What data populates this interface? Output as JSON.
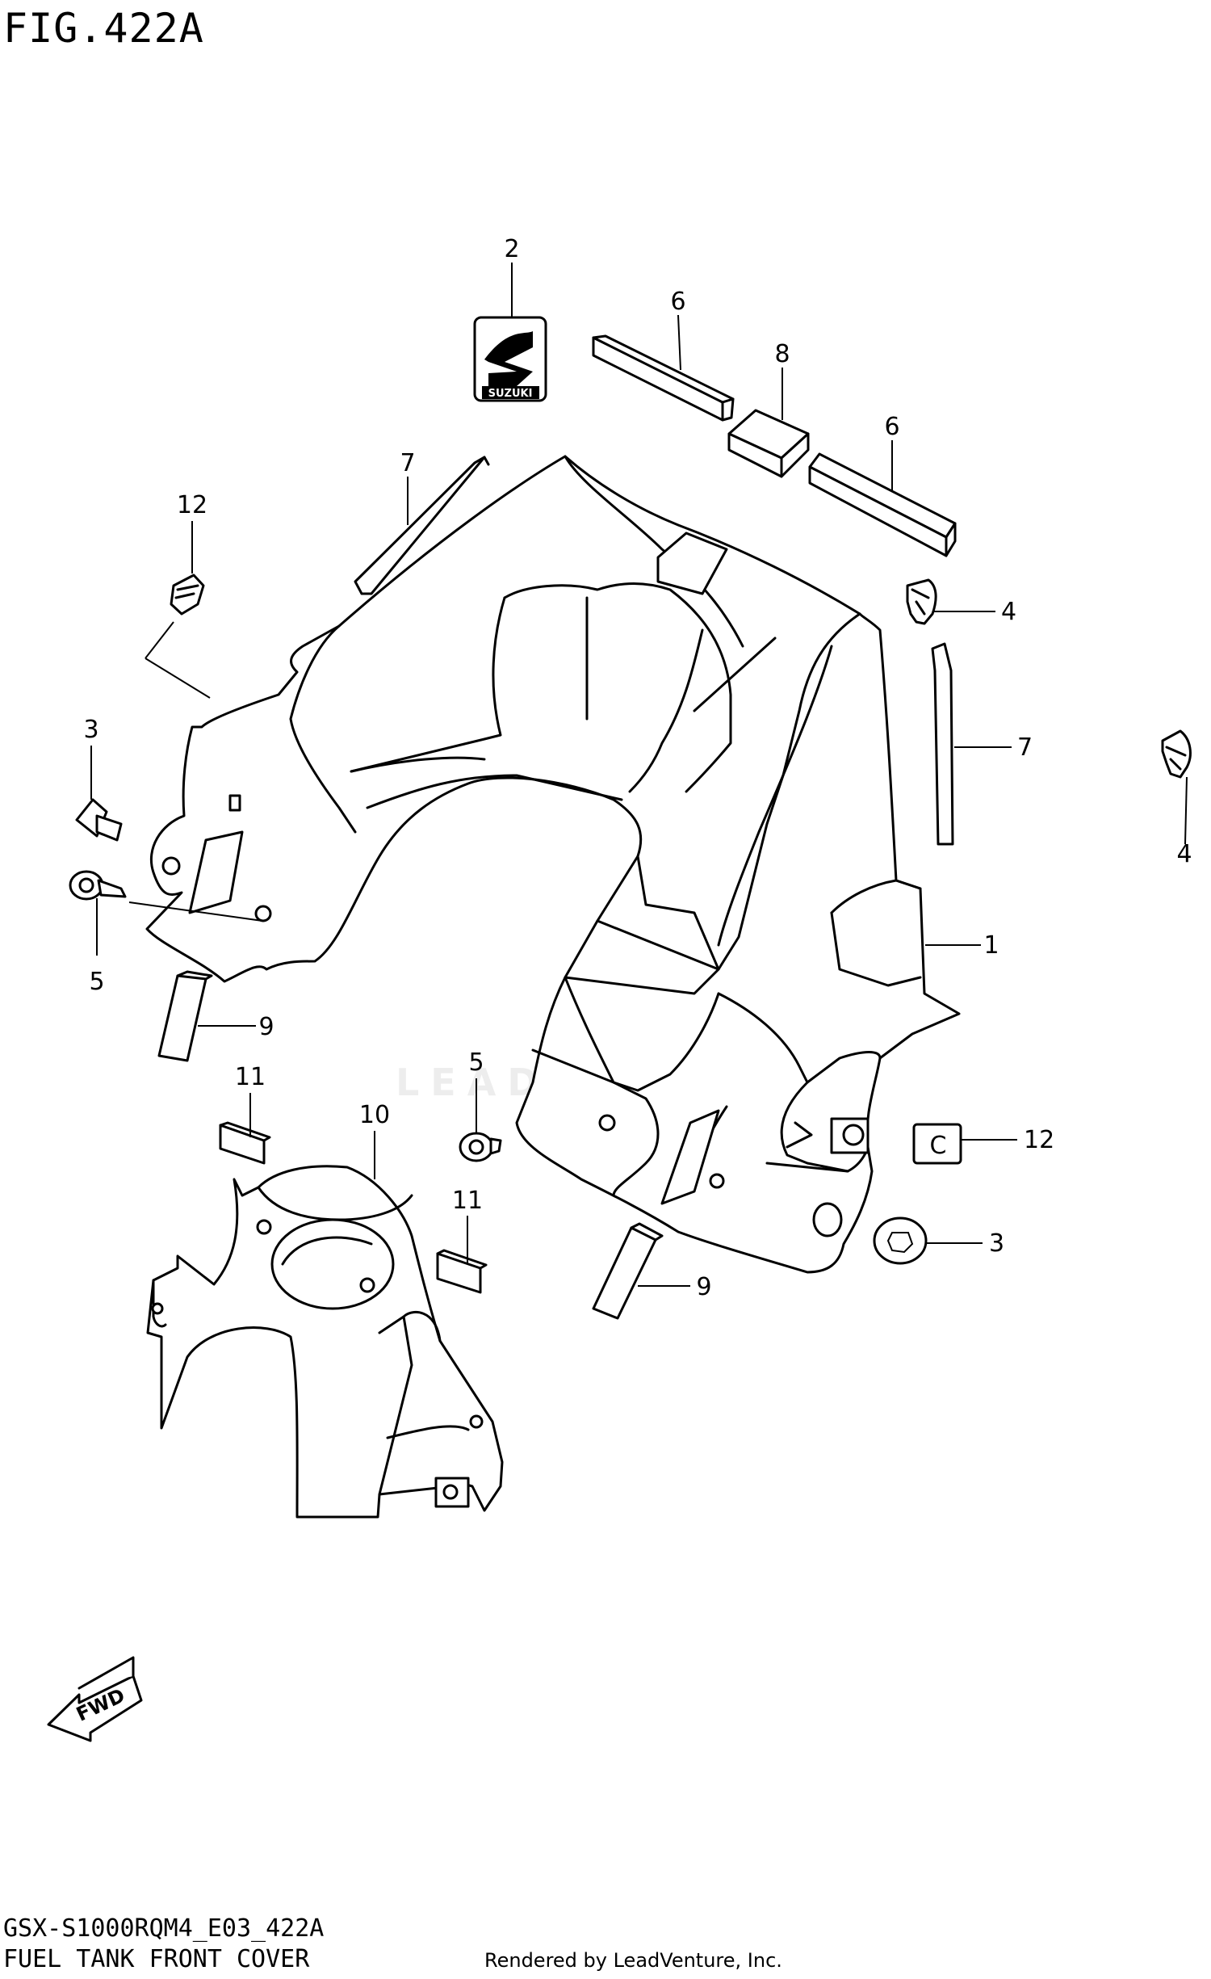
{
  "figure": {
    "title": "FIG.422A",
    "model_code": "GSX-S1000RQM4_E03_422A",
    "name": "FUEL TANK FRONT COVER",
    "rendered_by": "Rendered by LeadVenture, Inc.",
    "watermark": "LEADVENTURE",
    "fwd_label": "FWD",
    "emblem_text": "SUZUKI"
  },
  "callouts": [
    {
      "id": "c2",
      "label": "2"
    },
    {
      "id": "c6a",
      "label": "6"
    },
    {
      "id": "c8",
      "label": "8"
    },
    {
      "id": "c6b",
      "label": "6"
    },
    {
      "id": "c7a",
      "label": "7"
    },
    {
      "id": "c12a",
      "label": "12"
    },
    {
      "id": "c4a",
      "label": "4"
    },
    {
      "id": "c7b",
      "label": "7"
    },
    {
      "id": "c4b",
      "label": "4"
    },
    {
      "id": "c3a",
      "label": "3"
    },
    {
      "id": "c1",
      "label": "1"
    },
    {
      "id": "c5a",
      "label": "5"
    },
    {
      "id": "c9a",
      "label": "9"
    },
    {
      "id": "c5b",
      "label": "5"
    },
    {
      "id": "c11a",
      "label": "11"
    },
    {
      "id": "c10",
      "label": "10"
    },
    {
      "id": "c12b",
      "label": "12"
    },
    {
      "id": "c11b",
      "label": "11"
    },
    {
      "id": "c3b",
      "label": "3"
    },
    {
      "id": "c9b",
      "label": "9"
    }
  ]
}
